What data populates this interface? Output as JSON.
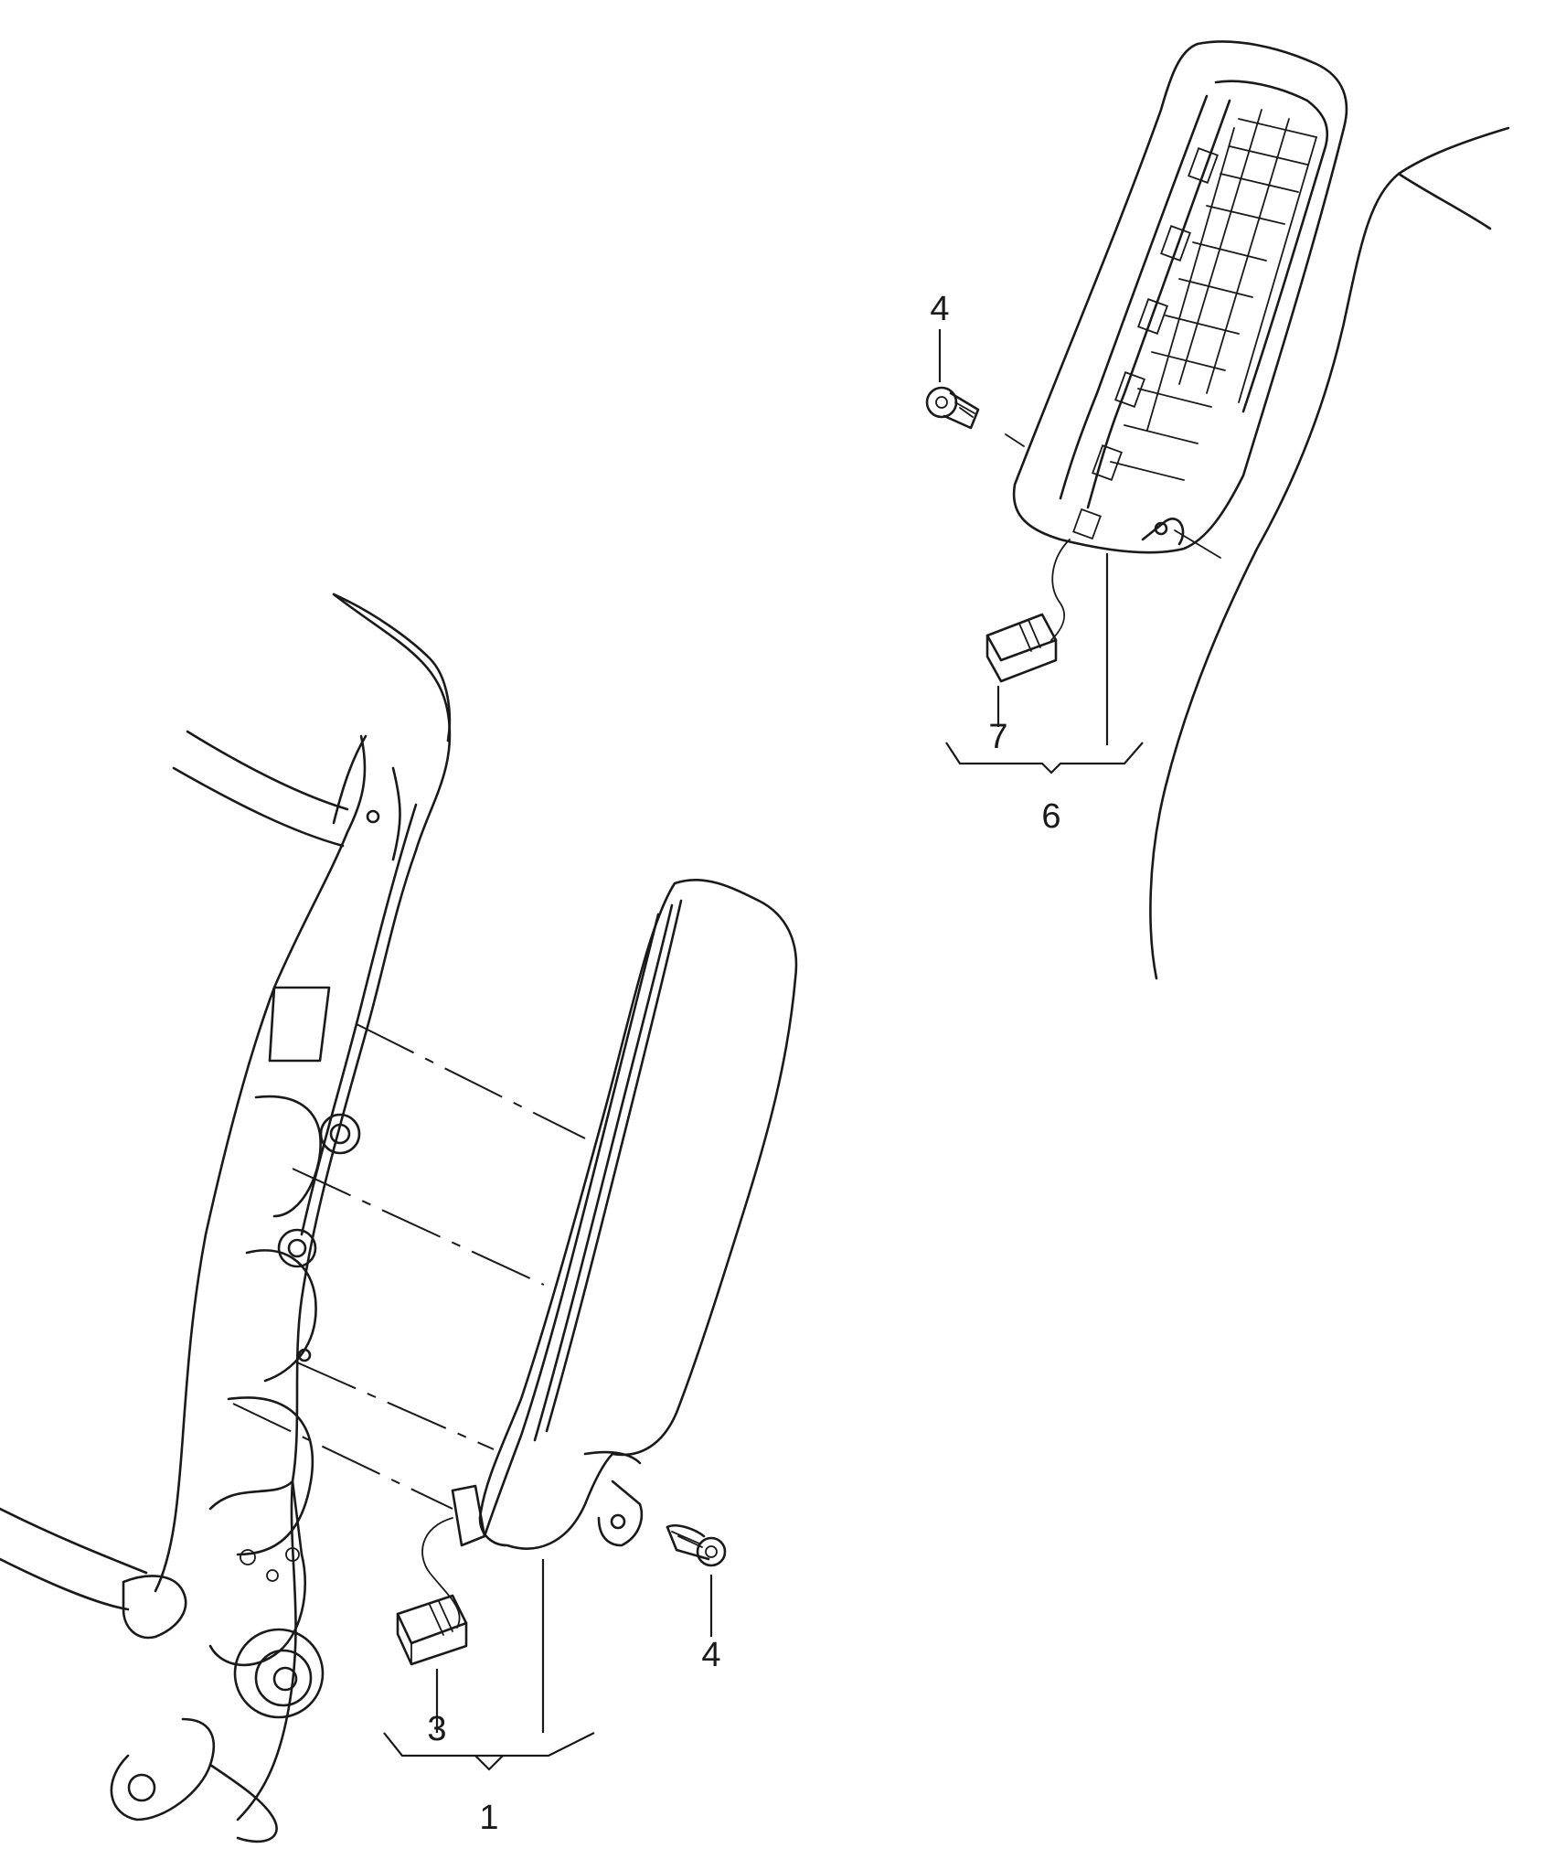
{
  "callouts": {
    "airbag_unit_side": "1",
    "connector_side": "3",
    "bolt_side": "4",
    "bolt_head": "4",
    "airbag_unit_head": "6",
    "connector_head": "7"
  }
}
